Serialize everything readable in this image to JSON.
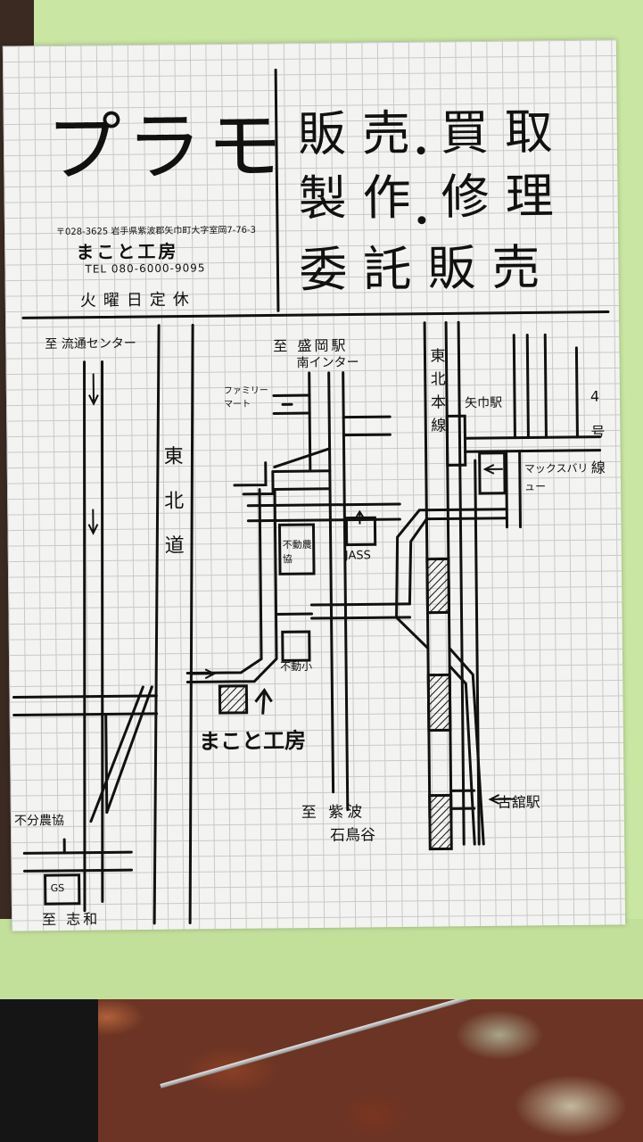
{
  "header": {
    "title": "プラモ",
    "address": "〒028-3625 岩手県紫波郡矢巾町大字室岡7-76-3",
    "shop_name": "まこと工房",
    "tel": "TEL 080-6000-9095",
    "closed_day": "火曜日定休",
    "services": [
      "販売",
      "買取",
      "製作",
      "修理",
      "委託販売"
    ]
  },
  "map_labels": {
    "to_ryutsu": "至 流通センター",
    "tohokudo": "東北道",
    "to_morioka": "至 盛岡駅",
    "to_morioka2": "南インター",
    "family_mart": "ファミリーマート",
    "tohoku_line": "東北本線",
    "yahaba_station": "矢巾駅",
    "route4": "4号線",
    "max_value": "マックスバリュー",
    "fudo_noukyo": "不動農協",
    "jass": "JASS",
    "fudo_elem": "不動小",
    "shop_marker": "まこと工房",
    "furudate_station": "古舘駅",
    "to_shiwa": "至 紫波",
    "ishidoriya": "石鳥谷",
    "kobu_noukyo": "不分農協",
    "gs": "GS",
    "to_shiwa2": "至 志和"
  },
  "colors": {
    "paper": "#f3f3f1",
    "ink": "#111111",
    "folder": "#c9e6a2"
  }
}
